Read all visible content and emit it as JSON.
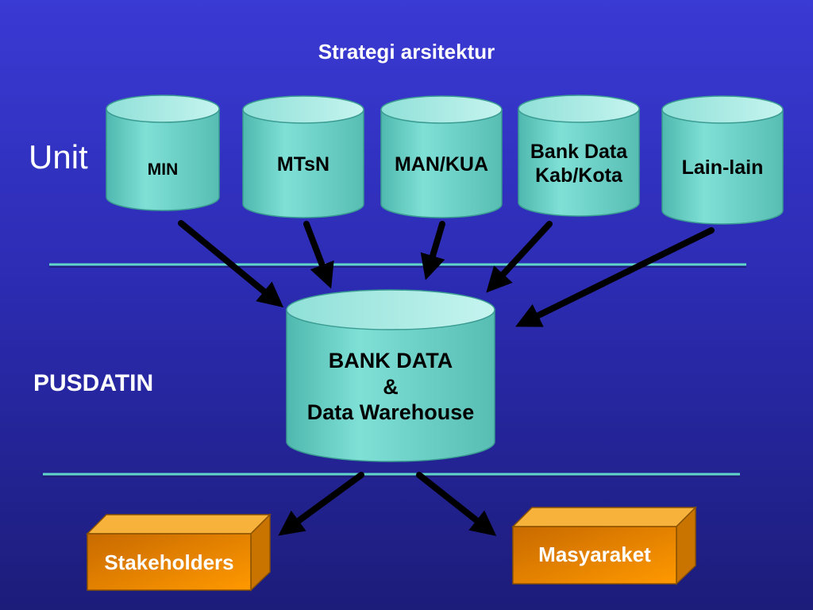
{
  "title": "Strategi arsitektur",
  "side_labels": {
    "unit": "Unit",
    "pusdatin": "PUSDATIN"
  },
  "units": [
    {
      "lines": [
        "MIN"
      ]
    },
    {
      "lines": [
        "MTsN"
      ]
    },
    {
      "lines": [
        "MAN/KUA"
      ]
    },
    {
      "lines": [
        "Bank Data",
        "Kab/Kota"
      ]
    },
    {
      "lines": [
        "Lain-lain"
      ]
    }
  ],
  "central": {
    "lines": [
      "BANK DATA",
      "&",
      "Data Warehouse"
    ]
  },
  "outputs": {
    "stakeholders": "Stakeholders",
    "masyaraket": "Masyaraket"
  },
  "colors": {
    "background": "#2c2cb4",
    "cylinder_body": "#6fd1c8",
    "cylinder_top": "#a9ece6",
    "box_front": "#f08c00",
    "box_top": "#f6b23a",
    "separator": "#5fd6c8",
    "arrow": "#000000"
  }
}
